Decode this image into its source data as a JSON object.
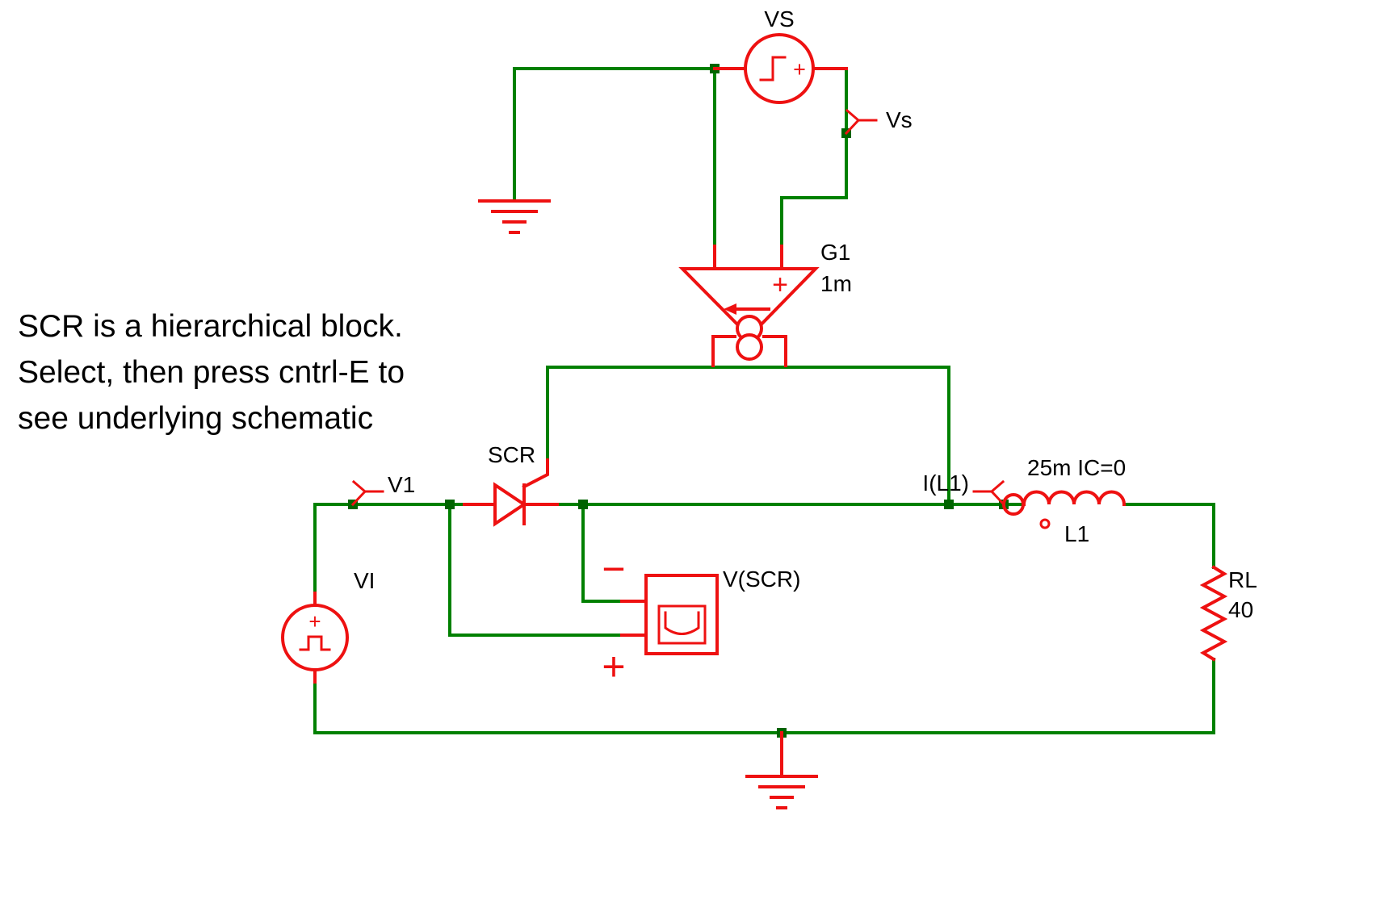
{
  "annotation": {
    "lines": [
      "SCR is a hierarchical block.",
      "Select, then press cntrl-E to",
      "see underlying schematic"
    ]
  },
  "components": {
    "vs": {
      "label": "VS"
    },
    "g1": {
      "designator": "G1",
      "value": "1m"
    },
    "scr": {
      "label": "SCR"
    },
    "vi": {
      "label": "VI"
    },
    "l1": {
      "designator": "L1",
      "value": "25m IC=0"
    },
    "rl": {
      "designator": "RL",
      "value": "40"
    }
  },
  "probes": {
    "vs": {
      "label": "Vs"
    },
    "v1": {
      "label": "V1"
    },
    "vscr": {
      "label": "V(SCR)"
    },
    "il1": {
      "label": "I(L1)"
    }
  },
  "polarity": {
    "plus": "+",
    "minus": "−"
  },
  "colors": {
    "wire": "#008000",
    "component": "#ee1111",
    "junction": "#006400",
    "text": "#000000",
    "canvas": "#ffffff"
  }
}
